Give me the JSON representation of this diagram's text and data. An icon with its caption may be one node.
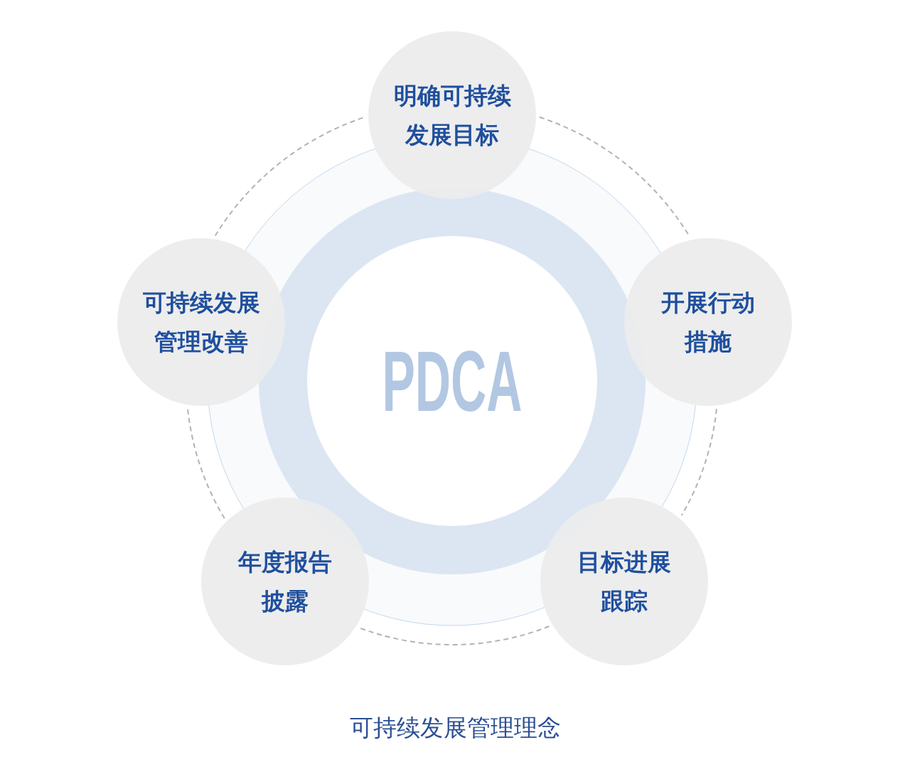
{
  "diagram": {
    "caption": "可持续发展管理理念",
    "nodes": [
      {
        "text": [
          "明确可持续发展目标"
        ]
      },
      {
        "text": [
          "可持续发展管理改善"
        ]
      },
      {
        "text": [
          "开展行动措施"
        ]
      },
      {
        "text": [
          "PDCA"
        ]
      },
      {
        "text": [
          "年度报告披露"
        ]
      },
      {
        "text": [
          "目标进展跟踪"
        ]
      }
    ],
    "edges": [
      {
        "from": 1,
        "to": 0,
        "arrow": "none",
        "style": "dashed"
      },
      {
        "from": 0,
        "to": 2,
        "arrow": "none",
        "style": "dashed"
      },
      {
        "from": 2,
        "to": 5,
        "arrow": "none",
        "style": "dashed"
      },
      {
        "from": 5,
        "to": 4,
        "arrow": "none",
        "style": "dashed"
      },
      {
        "from": 4,
        "to": 1,
        "arrow": "none",
        "style": "dashed"
      }
    ]
  }
}
